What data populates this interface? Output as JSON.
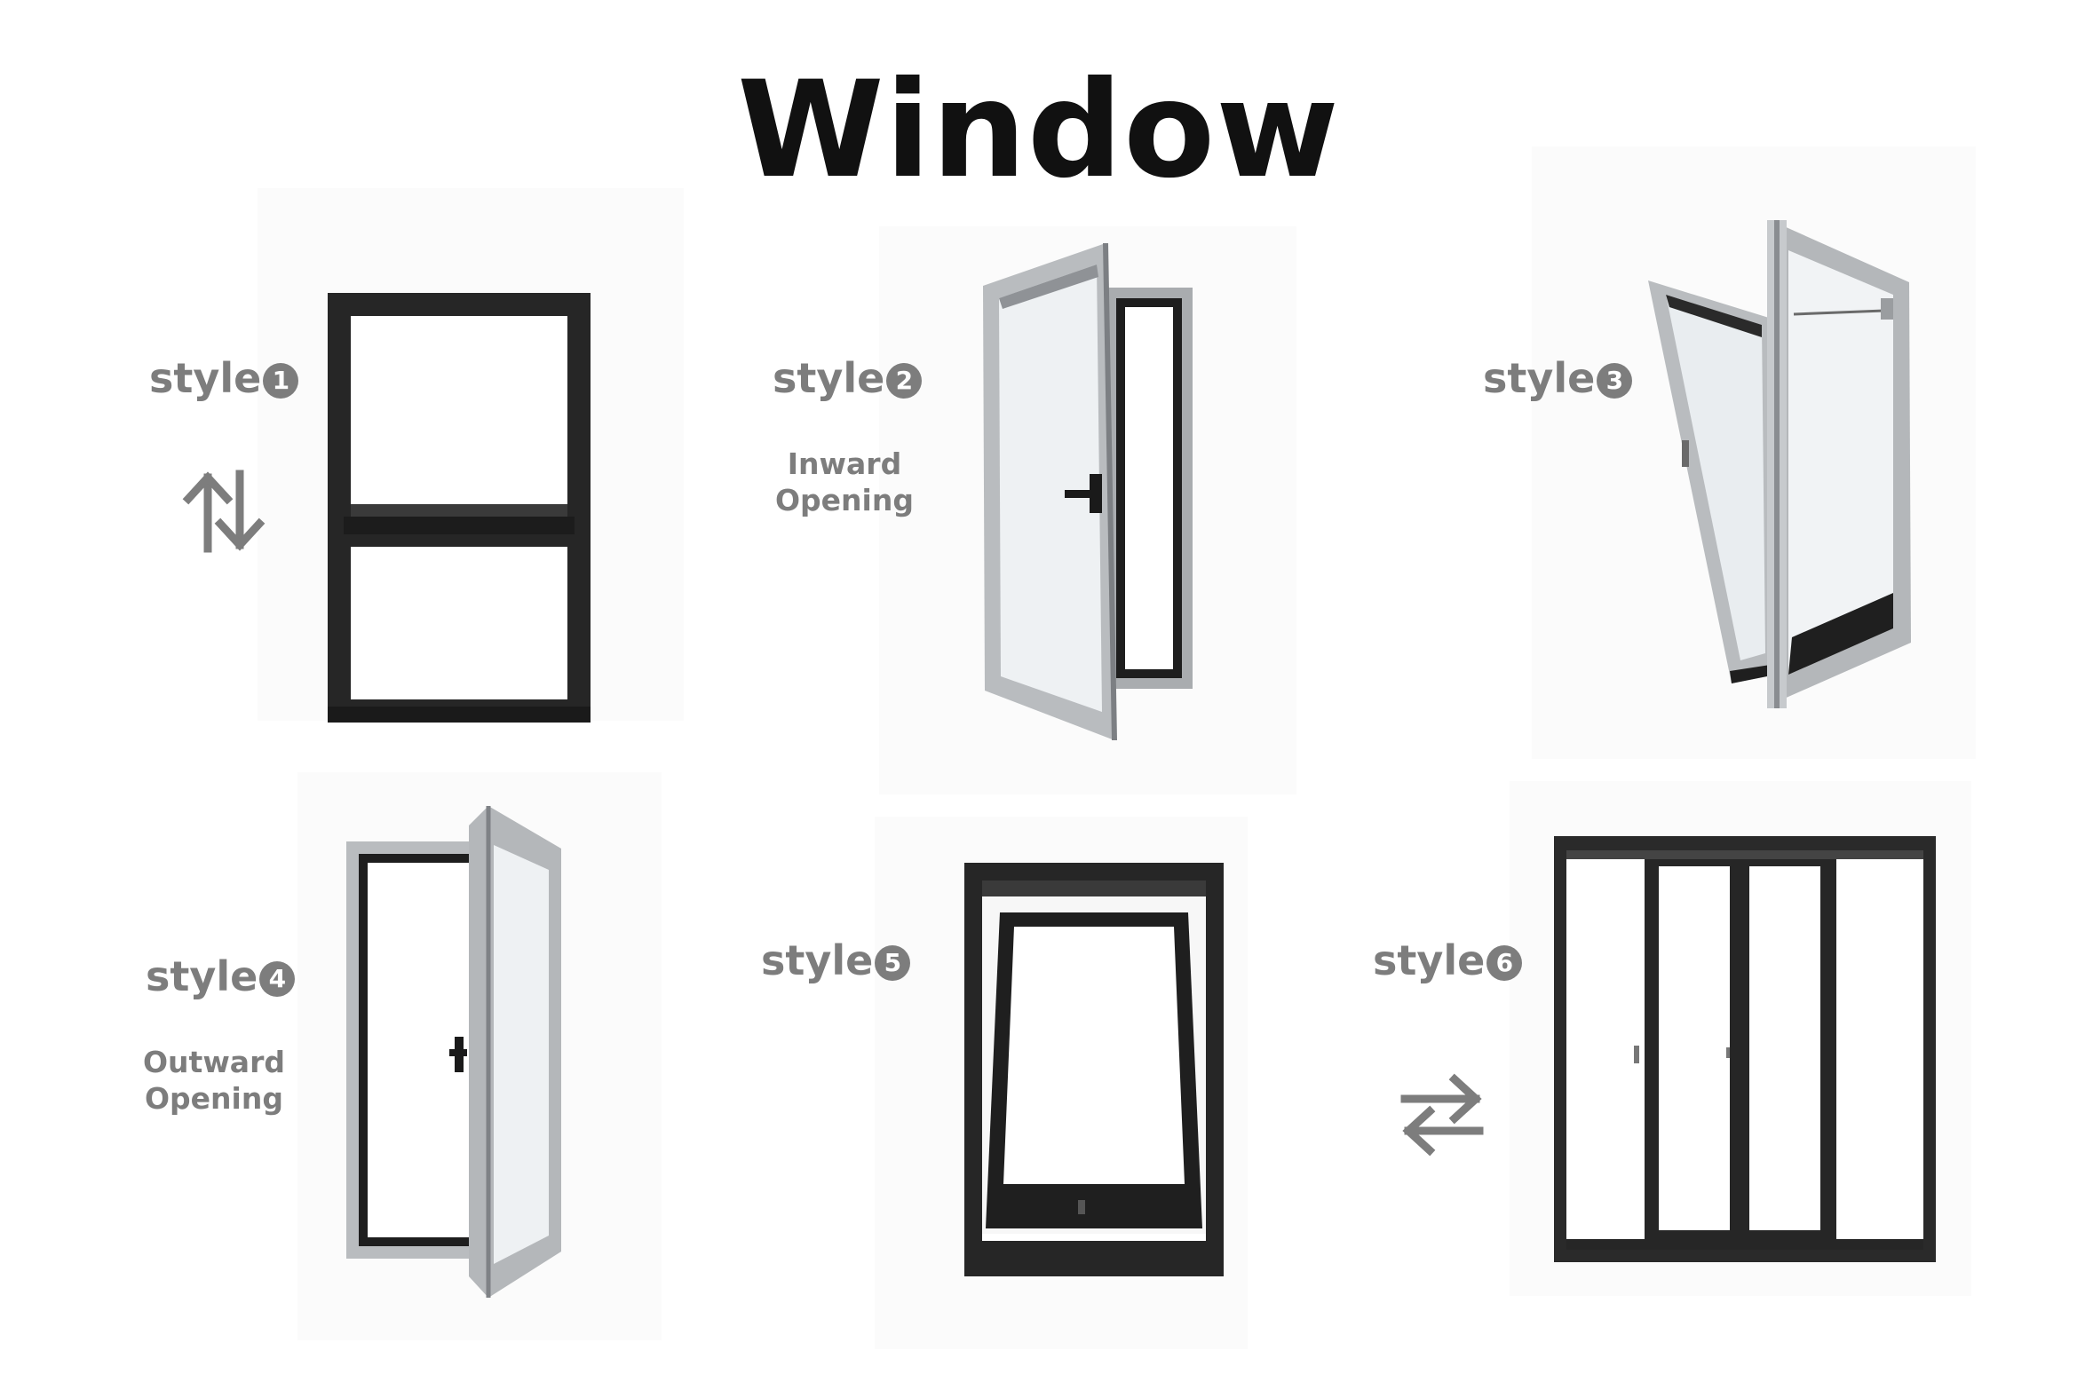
{
  "title": "Window",
  "styles": [
    {
      "word": "style",
      "number": "1",
      "icon": "vertical-slide-arrows-icon"
    },
    {
      "word": "style",
      "number": "2",
      "note_line1": "Inward",
      "note_line2": "Opening"
    },
    {
      "word": "style",
      "number": "3"
    },
    {
      "word": "style",
      "number": "4",
      "note_line1": "Outward",
      "note_line2": "Opening"
    },
    {
      "word": "style",
      "number": "5"
    },
    {
      "word": "style",
      "number": "6",
      "icon": "horizontal-slide-arrows-icon"
    }
  ],
  "colors": {
    "frame_dark": "#2a2a2a",
    "frame_silver": "#b9bcbf",
    "label_gray": "#7d7d7d",
    "glass": "#eef1f3"
  }
}
